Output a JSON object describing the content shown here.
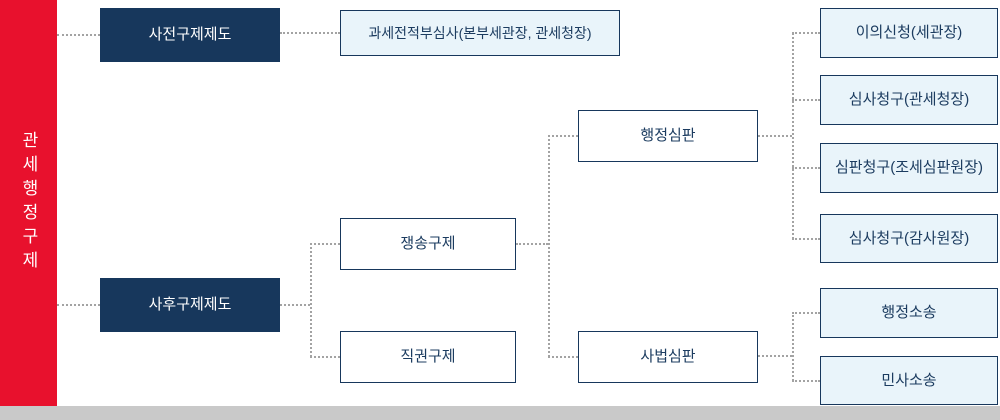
{
  "diagram": {
    "root": "관세행정구제",
    "pre": {
      "system": "사전구제제도",
      "review": "과세전적부심사(본부세관장, 관세청장)"
    },
    "post": {
      "system": "사후구제제도",
      "litigation": "쟁송구제",
      "exofficio": "직권구제",
      "admin_trial": "행정심판",
      "judicial_trial": "사법심판",
      "admin_results": [
        "이의신청(세관장)",
        "심사청구(관세청장)",
        "심판청구(조세심판원장)",
        "심사청구(감사원장)"
      ],
      "judicial_results": [
        "행정소송",
        "민사소송"
      ]
    },
    "colors": {
      "accent_red": "#e8112d",
      "navy": "#17375c",
      "light_blue": "#e9f4fa",
      "connector_gray": "#a3a3a3",
      "footer_gray": "#c9c9c9"
    }
  }
}
